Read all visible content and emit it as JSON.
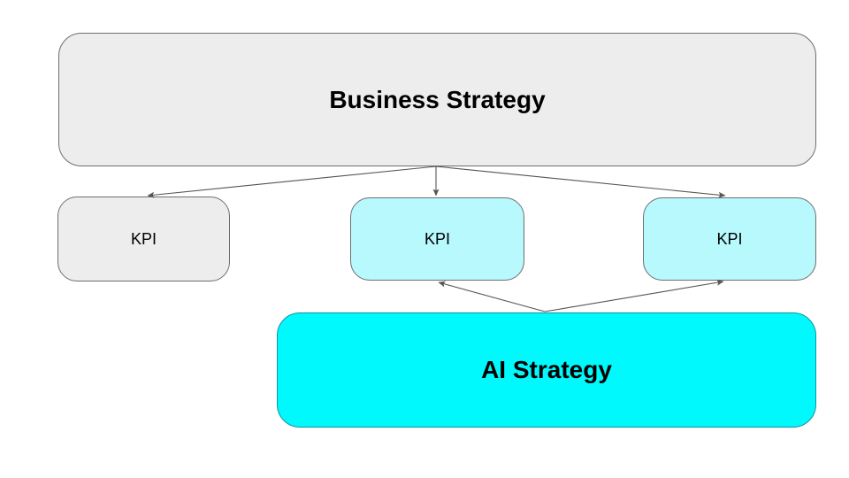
{
  "diagram": {
    "type": "flowchart-slide",
    "colors": {
      "canvas_bg": "#FFFFFF",
      "gray_fill": "#EDEDED",
      "light_cyan_fill": "#B7F9FD",
      "cyan_fill": "#00F9FD",
      "border_gray": "#6E6E6E",
      "border_cyan": "#0E93A3",
      "arrow": "#555555",
      "text": "#000000"
    },
    "nodes": {
      "business_strategy": {
        "label": "Business Strategy"
      },
      "kpi_left": {
        "label": "KPI"
      },
      "kpi_middle": {
        "label": "KPI"
      },
      "kpi_right": {
        "label": "KPI"
      },
      "ai_strategy": {
        "label": "AI Strategy"
      }
    },
    "edges": [
      {
        "from": "business_strategy",
        "to": "kpi_left",
        "arrowhead": "end"
      },
      {
        "from": "business_strategy",
        "to": "kpi_middle",
        "arrowhead": "end"
      },
      {
        "from": "business_strategy",
        "to": "kpi_right",
        "arrowhead": "end"
      },
      {
        "from": "ai_strategy",
        "to": "kpi_middle",
        "arrowhead": "end"
      },
      {
        "from": "ai_strategy",
        "to": "kpi_right",
        "arrowhead": "end"
      }
    ]
  }
}
